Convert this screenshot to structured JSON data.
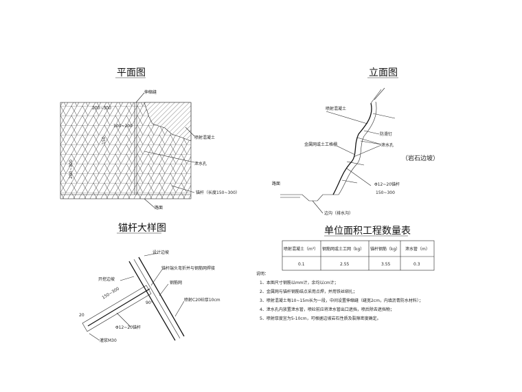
{
  "plan": {
    "title": "平面图",
    "expansion_joint": "伸缩缝",
    "dim_h1": "200~300",
    "dim_h2": "100~200",
    "dim_v1": "150",
    "dim_v2": "200~300",
    "shotcrete": "喷射混凝土",
    "drain_hole": "泄水孔",
    "anchor": "锚杆（长度150~300）",
    "road": "路面"
  },
  "elevation": {
    "title": "立面图",
    "shotcrete": "喷射混凝土",
    "anti_slip_nail": "防滑钉",
    "drain_hole": "泄水孔",
    "mesh": "金属网或土工格栅",
    "anchor": "Φ12~20锚杆",
    "anchor_len": "150~300",
    "road": "路面",
    "ditch": "边沟（排水沟）",
    "slope_type": "（岩石边坡）"
  },
  "anchor_detail": {
    "title": "锚杆大样图",
    "design_slope": "设计边坡",
    "bend_note": "锚杆端头弯折并与钢筋网焊接",
    "excavation_slope": "开挖边坡",
    "steel_mesh": "钢筋网",
    "shotcrete": "喷射C20砼厚10cm",
    "anchor": "Φ12~20锚杆",
    "grout": "灌浆M30",
    "length": "150~300",
    "angle": "90°",
    "dim": "20"
  },
  "quantity_table": {
    "title": "单位面积工程数量表",
    "headers": [
      "喷射混凝土（m³）",
      "钢筋网或土工网（kg）",
      "锚杆钢筋（kg）",
      "泄水管（m）"
    ],
    "values": [
      "0.1",
      "2.55",
      "3.55",
      "0.3"
    ]
  },
  "notes": {
    "heading": "说明：",
    "items": [
      "1、本图尺寸钢筋以mm计，余均以cm计；",
      "2、金属网与锚杆钢筋结点采用点焊，并用铁丝绑扎；",
      "3、喷射混凝土每10~15m长为一段，中间设置伸缩缝（缝宽2cm，内填沥青防水材料）；",
      "4、泄水孔内放置泄水管，喷砼前应将泄水管出口遮挡，喷后除去遮挡物；",
      "5、喷射厚度宜为5-10cm，可根据边坡岩石性质及裂隙密度确定。"
    ]
  }
}
